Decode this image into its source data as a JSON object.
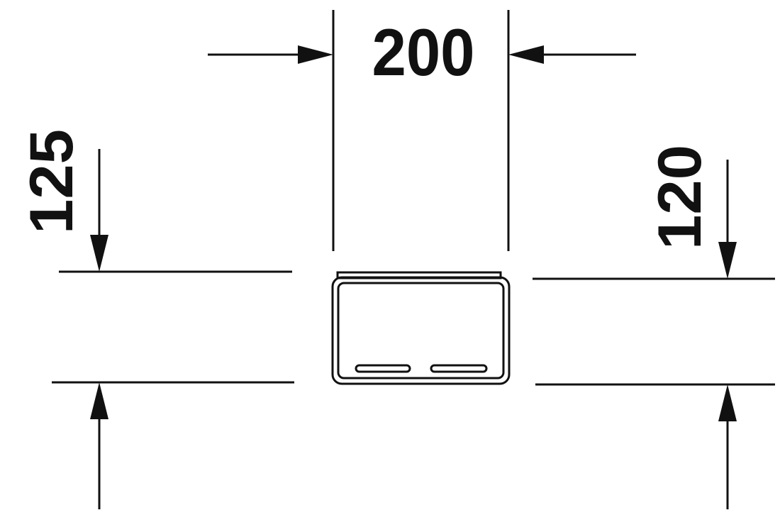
{
  "dimensions": {
    "width": "200",
    "height_left": "125",
    "height_right": "120"
  },
  "colors": {
    "line": "#111111",
    "background": "#ffffff"
  }
}
